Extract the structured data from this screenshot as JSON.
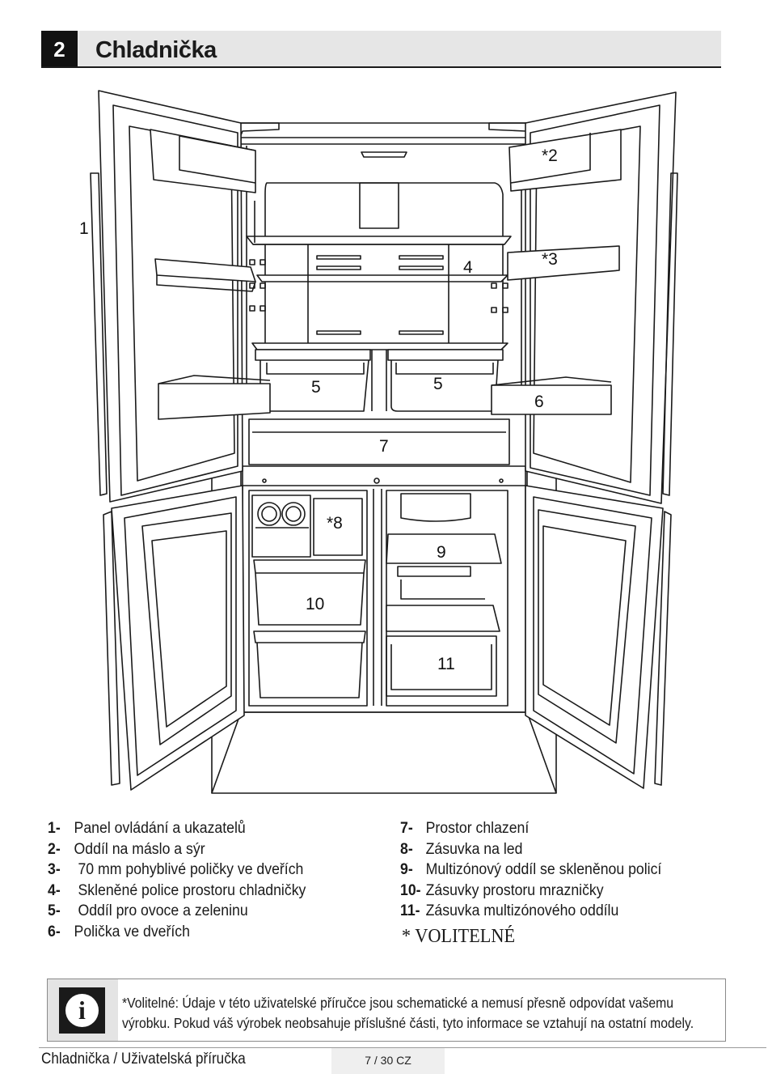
{
  "section": {
    "number": "2",
    "title": "Chladnička"
  },
  "diagram": {
    "callouts": [
      "1",
      "*2",
      "*3",
      "4",
      "5",
      "5",
      "6",
      "7",
      "*8",
      "9",
      "10",
      "11"
    ]
  },
  "legend": {
    "left": [
      {
        "num": "1-",
        "text": "Panel ovládání a ukazatelů"
      },
      {
        "num": "2-",
        "text": "Oddíl na máslo a sýr"
      },
      {
        "num": "3-",
        "text": " 70 mm pohyblivé poličky ve dveřích"
      },
      {
        "num": "4-",
        "text": " Skleněné police prostoru chladničky"
      },
      {
        "num": "5-",
        "text": " Oddíl pro ovoce a zeleninu"
      },
      {
        "num": "6-",
        "text": "Polička ve dveřích"
      }
    ],
    "right": [
      {
        "num": "7-",
        "text": "Prostor chlazení"
      },
      {
        "num": "8-",
        "text": "Zásuvka na led"
      },
      {
        "num": "9-",
        "text": "Multizónový oddíl se skleněnou policí"
      },
      {
        "num": "10-",
        "text": "Zásuvky prostoru mrazničky"
      },
      {
        "num": "11-",
        "text": "Zásuvka multizónového oddílu"
      }
    ],
    "optional": "* VOLITELNÉ"
  },
  "info": {
    "icon": "info-icon",
    "line1": "*Volitelné: Údaje v této uživatelské příručce jsou schematické a nemusí přesně odpovídat vašemu",
    "line2": "výrobku. Pokud váš výrobek neobsahuje příslušné části, tyto informace se vztahují na ostatní modely."
  },
  "footer": {
    "doc_title": "Chladnička / Uživatelská příručka",
    "page": "7 / 30 CZ"
  }
}
